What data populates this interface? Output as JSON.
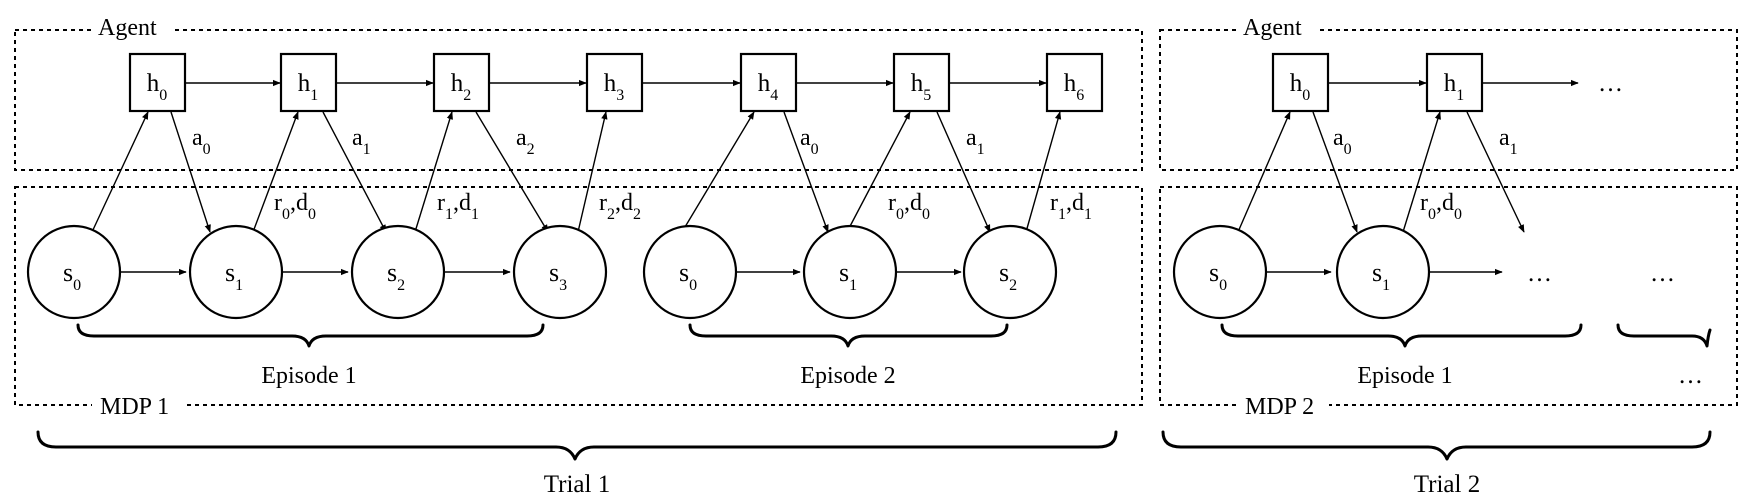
{
  "trials": [
    {
      "label": "Trial 1",
      "agent_label": "Agent",
      "mdp_label": "MDP 1",
      "hidden": [
        {
          "base": "h",
          "sub": "0"
        },
        {
          "base": "h",
          "sub": "1"
        },
        {
          "base": "h",
          "sub": "2"
        },
        {
          "base": "h",
          "sub": "3"
        },
        {
          "base": "h",
          "sub": "4"
        },
        {
          "base": "h",
          "sub": "5"
        },
        {
          "base": "h",
          "sub": "6"
        }
      ],
      "actions": [
        {
          "base": "a",
          "sub": "0"
        },
        {
          "base": "a",
          "sub": "1"
        },
        {
          "base": "a",
          "sub": "2"
        },
        {
          "base": "a",
          "sub": "0"
        },
        {
          "base": "a",
          "sub": "1"
        }
      ],
      "rewards": [
        {
          "r": "0",
          "d": "0"
        },
        {
          "r": "1",
          "d": "1"
        },
        {
          "r": "2",
          "d": "2"
        },
        {
          "r": "0",
          "d": "0"
        },
        {
          "r": "1",
          "d": "1"
        }
      ],
      "episodes": [
        {
          "label": "Episode 1",
          "states": [
            {
              "base": "s",
              "sub": "0"
            },
            {
              "base": "s",
              "sub": "1"
            },
            {
              "base": "s",
              "sub": "2"
            },
            {
              "base": "s",
              "sub": "3"
            }
          ]
        },
        {
          "label": "Episode 2",
          "states": [
            {
              "base": "s",
              "sub": "0"
            },
            {
              "base": "s",
              "sub": "1"
            },
            {
              "base": "s",
              "sub": "2"
            }
          ]
        }
      ]
    },
    {
      "label": "Trial 2",
      "agent_label": "Agent",
      "mdp_label": "MDP 2",
      "hidden": [
        {
          "base": "h",
          "sub": "0"
        },
        {
          "base": "h",
          "sub": "1"
        }
      ],
      "hidden_continuation": "…",
      "actions": [
        {
          "base": "a",
          "sub": "0"
        },
        {
          "base": "a",
          "sub": "1"
        }
      ],
      "rewards": [
        {
          "r": "0",
          "d": "0"
        }
      ],
      "episodes": [
        {
          "label": "Episode 1",
          "states": [
            {
              "base": "s",
              "sub": "0"
            },
            {
              "base": "s",
              "sub": "1"
            }
          ],
          "continuation": "…"
        }
      ],
      "more_states": "…",
      "more_episodes": "…"
    }
  ]
}
